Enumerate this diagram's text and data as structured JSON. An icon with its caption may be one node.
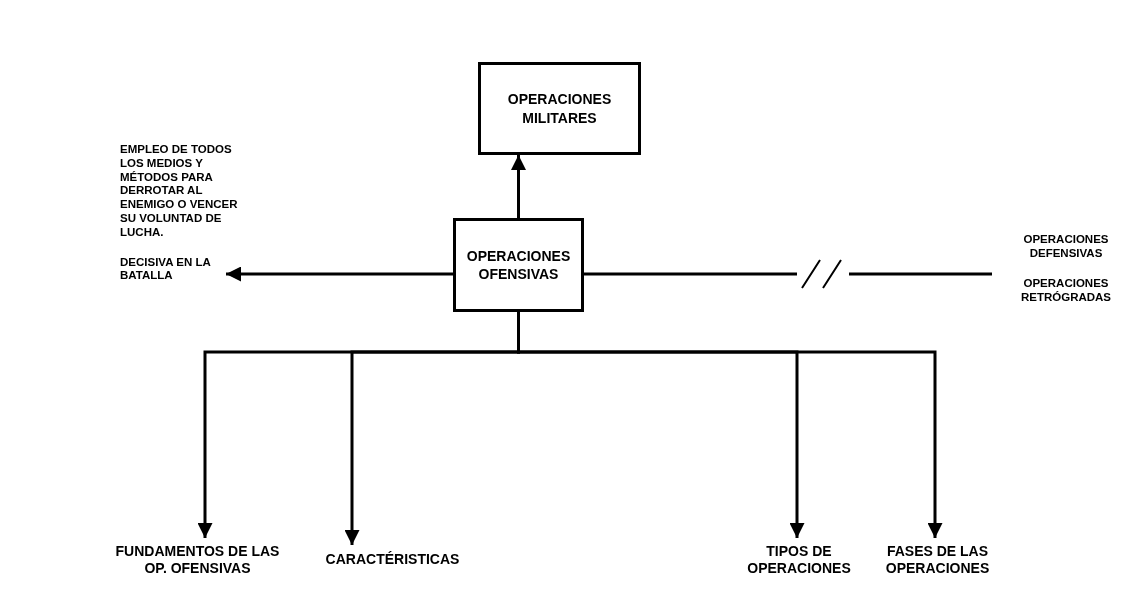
{
  "diagram": {
    "nodes": [
      {
        "text": [
          "OPERACIONES MILITARES"
        ]
      },
      {
        "text": [
          "OPERACIONES OFENSIVAS"
        ]
      },
      {
        "text": [
          "EMPLEO DE TODOS LOS MEDIOS Y MÉTODOS PARA DERROTAR AL ENEMIGO O VENCER SU VOLUNTAD DE LUCHA.",
          "DECISIVA EN LA BATALLA"
        ]
      },
      {
        "text": [
          "OPERACIONES DEFENSIVAS",
          "OPERACIONES RETRÓGRADAS"
        ]
      },
      {
        "text": [
          "FUNDAMENTOS DE LAS OP. OFENSIVAS"
        ]
      },
      {
        "text": [
          "CARACTÉRISTICAS"
        ]
      },
      {
        "text": [
          "TIPOS DE OPERACIONES"
        ]
      },
      {
        "text": [
          "FASES DE LAS OPERACIONES"
        ]
      }
    ],
    "edges": [
      {
        "from": 1,
        "to": 0,
        "arrow": "to"
      },
      {
        "from": 1,
        "to": 2,
        "arrow": "to"
      },
      {
        "from": 1,
        "to": 3,
        "arrow": "none"
      },
      {
        "from": 1,
        "to": 4,
        "arrow": "to"
      },
      {
        "from": 1,
        "to": 5,
        "arrow": "to"
      },
      {
        "from": 1,
        "to": 6,
        "arrow": "to"
      },
      {
        "from": 1,
        "to": 7,
        "arrow": "to"
      }
    ]
  }
}
